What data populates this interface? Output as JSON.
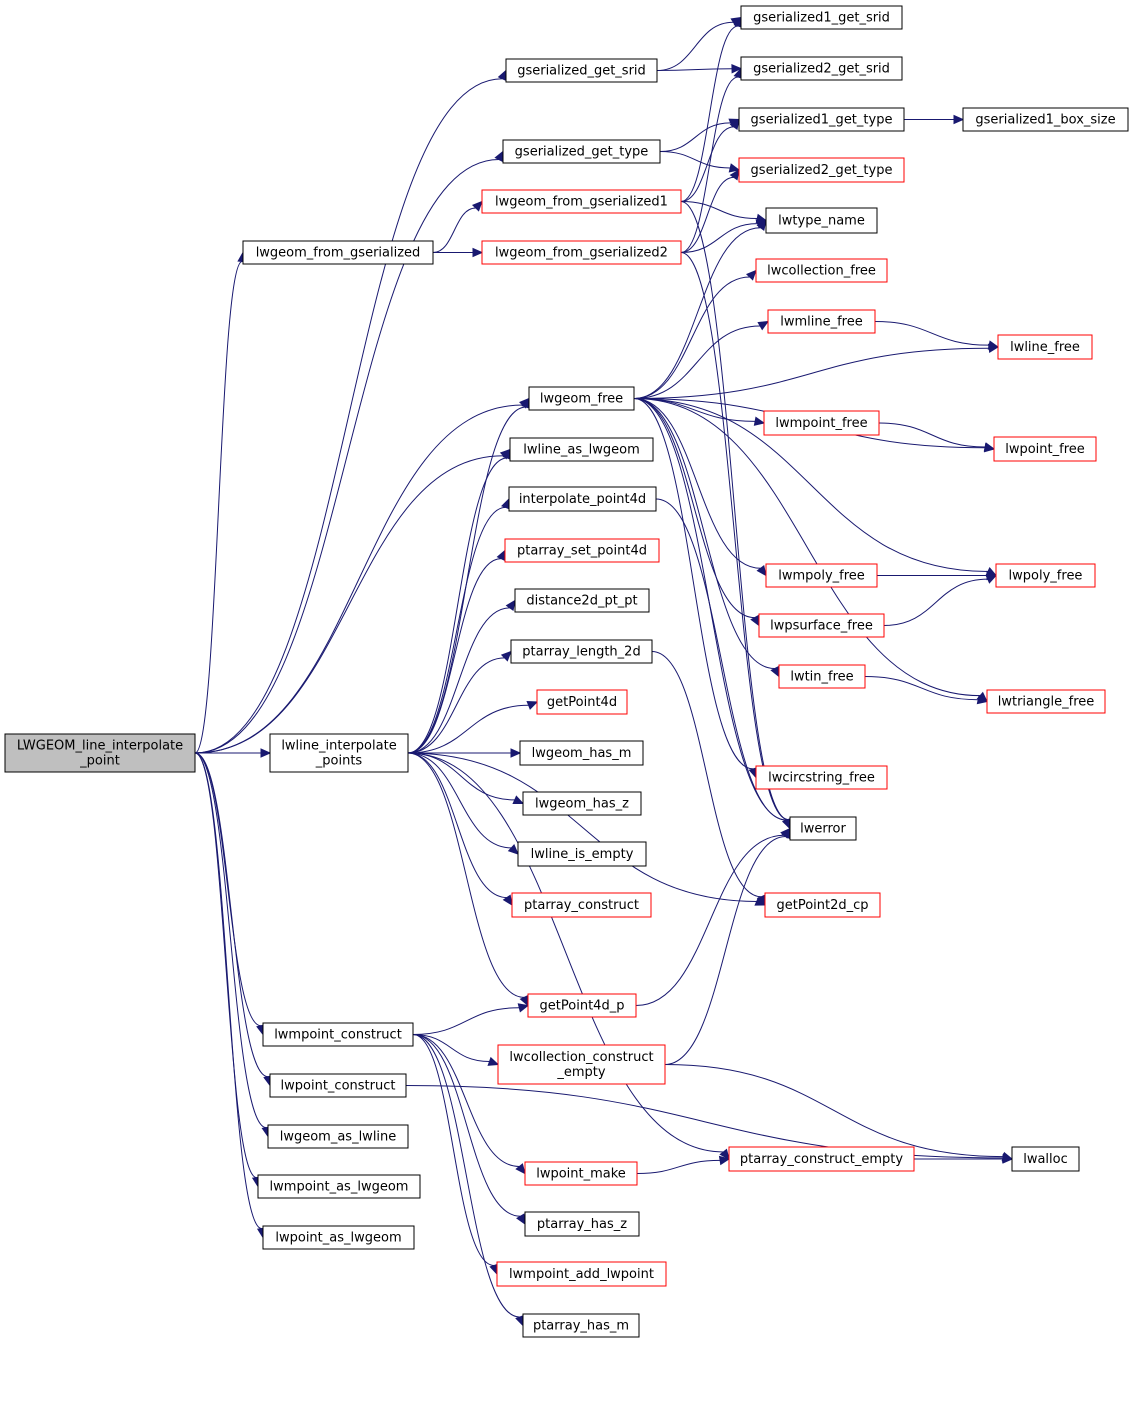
{
  "colors": {
    "edge": "#191970",
    "node_border": "#000000",
    "node_incomplete_border": "#ff0000",
    "root_fill": "#bfbfbf",
    "node_fill": "#ffffff"
  },
  "root": "LWGEOM_line_interpolate_point",
  "nodes": [
    {
      "id": "root",
      "lines": [
        "LWGEOM_line_interpolate",
        "_point"
      ],
      "style": "root"
    },
    {
      "id": "gs_get_srid",
      "lines": [
        "gserialized_get_srid"
      ],
      "style": "normal"
    },
    {
      "id": "gs_get_type",
      "lines": [
        "gserialized_get_type"
      ],
      "style": "normal"
    },
    {
      "id": "lw_from_gs",
      "lines": [
        "lwgeom_from_gserialized"
      ],
      "style": "normal"
    },
    {
      "id": "lwgeom_free",
      "lines": [
        "lwgeom_free"
      ],
      "style": "normal"
    },
    {
      "id": "lwline_as_lwgeom",
      "lines": [
        "lwline_as_lwgeom"
      ],
      "style": "normal"
    },
    {
      "id": "lwline_interp",
      "lines": [
        "lwline_interpolate",
        "_points"
      ],
      "style": "normal"
    },
    {
      "id": "lwmpoint_construct",
      "lines": [
        "lwmpoint_construct"
      ],
      "style": "normal"
    },
    {
      "id": "lwpoint_construct",
      "lines": [
        "lwpoint_construct"
      ],
      "style": "normal"
    },
    {
      "id": "lwgeom_as_lwline",
      "lines": [
        "lwgeom_as_lwline"
      ],
      "style": "normal"
    },
    {
      "id": "lwmpoint_as_lwgeom",
      "lines": [
        "lwmpoint_as_lwgeom"
      ],
      "style": "normal"
    },
    {
      "id": "lwpoint_as_lwgeom",
      "lines": [
        "lwpoint_as_lwgeom"
      ],
      "style": "normal"
    },
    {
      "id": "gs1_get_srid",
      "lines": [
        "gserialized1_get_srid"
      ],
      "style": "normal"
    },
    {
      "id": "gs2_get_srid",
      "lines": [
        "gserialized2_get_srid"
      ],
      "style": "normal"
    },
    {
      "id": "gs1_get_type",
      "lines": [
        "gserialized1_get_type"
      ],
      "style": "normal"
    },
    {
      "id": "gs1_box_size",
      "lines": [
        "gserialized1_box_size"
      ],
      "style": "normal"
    },
    {
      "id": "gs2_get_type",
      "lines": [
        "gserialized2_get_type"
      ],
      "style": "incomplete"
    },
    {
      "id": "lw_from_gs1",
      "lines": [
        "lwgeom_from_gserialized1"
      ],
      "style": "incomplete"
    },
    {
      "id": "lw_from_gs2",
      "lines": [
        "lwgeom_from_gserialized2"
      ],
      "style": "incomplete"
    },
    {
      "id": "lwtype_name",
      "lines": [
        "lwtype_name"
      ],
      "style": "normal"
    },
    {
      "id": "lwcollection_free",
      "lines": [
        "lwcollection_free"
      ],
      "style": "incomplete"
    },
    {
      "id": "lwmline_free",
      "lines": [
        "lwmline_free"
      ],
      "style": "incomplete"
    },
    {
      "id": "lwline_free",
      "lines": [
        "lwline_free"
      ],
      "style": "incomplete"
    },
    {
      "id": "lwmpoint_free",
      "lines": [
        "lwmpoint_free"
      ],
      "style": "incomplete"
    },
    {
      "id": "lwpoint_free",
      "lines": [
        "lwpoint_free"
      ],
      "style": "incomplete"
    },
    {
      "id": "interp_pt4d",
      "lines": [
        "interpolate_point4d"
      ],
      "style": "normal"
    },
    {
      "id": "pa_set_pt4d",
      "lines": [
        "ptarray_set_point4d"
      ],
      "style": "incomplete"
    },
    {
      "id": "dist2d",
      "lines": [
        "distance2d_pt_pt"
      ],
      "style": "normal"
    },
    {
      "id": "pa_len2d",
      "lines": [
        "ptarray_length_2d"
      ],
      "style": "normal"
    },
    {
      "id": "getPoint4d",
      "lines": [
        "getPoint4d"
      ],
      "style": "incomplete"
    },
    {
      "id": "lwgeom_has_m",
      "lines": [
        "lwgeom_has_m"
      ],
      "style": "normal"
    },
    {
      "id": "lwgeom_has_z",
      "lines": [
        "lwgeom_has_z"
      ],
      "style": "normal"
    },
    {
      "id": "lwline_is_empty",
      "lines": [
        "lwline_is_empty"
      ],
      "style": "normal"
    },
    {
      "id": "pa_construct",
      "lines": [
        "ptarray_construct"
      ],
      "style": "incomplete"
    },
    {
      "id": "lwmpoly_free",
      "lines": [
        "lwmpoly_free"
      ],
      "style": "incomplete"
    },
    {
      "id": "lwpoly_free",
      "lines": [
        "lwpoly_free"
      ],
      "style": "incomplete"
    },
    {
      "id": "lwpsurface_free",
      "lines": [
        "lwpsurface_free"
      ],
      "style": "incomplete"
    },
    {
      "id": "lwtin_free",
      "lines": [
        "lwtin_free"
      ],
      "style": "incomplete"
    },
    {
      "id": "lwtriangle_free",
      "lines": [
        "lwtriangle_free"
      ],
      "style": "incomplete"
    },
    {
      "id": "lwcircstring_free",
      "lines": [
        "lwcircstring_free"
      ],
      "style": "incomplete"
    },
    {
      "id": "lwerror",
      "lines": [
        "lwerror"
      ],
      "style": "normal"
    },
    {
      "id": "getPoint2d_cp",
      "lines": [
        "getPoint2d_cp"
      ],
      "style": "incomplete"
    },
    {
      "id": "getPoint4d_p",
      "lines": [
        "getPoint4d_p"
      ],
      "style": "incomplete"
    },
    {
      "id": "lwcoll_construct_empty",
      "lines": [
        "lwcollection_construct",
        "_empty"
      ],
      "style": "incomplete"
    },
    {
      "id": "pa_construct_empty",
      "lines": [
        "ptarray_construct_empty"
      ],
      "style": "incomplete"
    },
    {
      "id": "lwalloc",
      "lines": [
        "lwalloc"
      ],
      "style": "normal"
    },
    {
      "id": "lwpoint_make",
      "lines": [
        "lwpoint_make"
      ],
      "style": "incomplete"
    },
    {
      "id": "pa_has_z",
      "lines": [
        "ptarray_has_z"
      ],
      "style": "normal"
    },
    {
      "id": "lwmpoint_add_lwpoint",
      "lines": [
        "lwmpoint_add_lwpoint"
      ],
      "style": "incomplete"
    },
    {
      "id": "pa_has_m",
      "lines": [
        "ptarray_has_m"
      ],
      "style": "normal"
    }
  ],
  "edges": [
    [
      "root",
      "gs_get_srid"
    ],
    [
      "root",
      "gs_get_type"
    ],
    [
      "root",
      "lw_from_gs"
    ],
    [
      "root",
      "lwgeom_free"
    ],
    [
      "root",
      "lwline_as_lwgeom"
    ],
    [
      "root",
      "lwline_interp"
    ],
    [
      "root",
      "lwmpoint_construct"
    ],
    [
      "root",
      "lwpoint_construct"
    ],
    [
      "root",
      "lwgeom_as_lwline"
    ],
    [
      "root",
      "lwmpoint_as_lwgeom"
    ],
    [
      "root",
      "lwpoint_as_lwgeom"
    ],
    [
      "gs_get_srid",
      "gs1_get_srid"
    ],
    [
      "gs_get_srid",
      "gs2_get_srid"
    ],
    [
      "gs_get_type",
      "gs1_get_type"
    ],
    [
      "gs_get_type",
      "gs2_get_type"
    ],
    [
      "gs1_get_type",
      "gs1_box_size"
    ],
    [
      "lw_from_gs",
      "lw_from_gs1"
    ],
    [
      "lw_from_gs",
      "lw_from_gs2"
    ],
    [
      "lw_from_gs1",
      "gs1_get_srid"
    ],
    [
      "lw_from_gs1",
      "lwtype_name"
    ],
    [
      "lw_from_gs1",
      "gs1_get_type"
    ],
    [
      "lw_from_gs1",
      "lwerror"
    ],
    [
      "lw_from_gs2",
      "gs2_get_srid"
    ],
    [
      "lw_from_gs2",
      "gs2_get_type"
    ],
    [
      "lw_from_gs2",
      "lwtype_name"
    ],
    [
      "lw_from_gs2",
      "lwerror"
    ],
    [
      "lwgeom_free",
      "lwcollection_free"
    ],
    [
      "lwgeom_free",
      "lwmline_free"
    ],
    [
      "lwgeom_free",
      "lwline_free"
    ],
    [
      "lwgeom_free",
      "lwmpoint_free"
    ],
    [
      "lwgeom_free",
      "lwpoint_free"
    ],
    [
      "lwgeom_free",
      "lwmpoly_free"
    ],
    [
      "lwgeom_free",
      "lwpoly_free"
    ],
    [
      "lwgeom_free",
      "lwpsurface_free"
    ],
    [
      "lwgeom_free",
      "lwtin_free"
    ],
    [
      "lwgeom_free",
      "lwtriangle_free"
    ],
    [
      "lwgeom_free",
      "lwcircstring_free"
    ],
    [
      "lwgeom_free",
      "lwerror"
    ],
    [
      "lwgeom_free",
      "lwtype_name"
    ],
    [
      "lwmline_free",
      "lwline_free"
    ],
    [
      "lwmpoint_free",
      "lwpoint_free"
    ],
    [
      "lwmpoly_free",
      "lwpoly_free"
    ],
    [
      "lwpsurface_free",
      "lwpoly_free"
    ],
    [
      "lwtin_free",
      "lwtriangle_free"
    ],
    [
      "lwline_interp",
      "lwline_as_lwgeom"
    ],
    [
      "lwline_interp",
      "interp_pt4d"
    ],
    [
      "lwline_interp",
      "pa_set_pt4d"
    ],
    [
      "lwline_interp",
      "dist2d"
    ],
    [
      "lwline_interp",
      "pa_len2d"
    ],
    [
      "lwline_interp",
      "getPoint4d"
    ],
    [
      "lwline_interp",
      "lwgeom_has_m"
    ],
    [
      "lwline_interp",
      "lwgeom_has_z"
    ],
    [
      "lwline_interp",
      "lwline_is_empty"
    ],
    [
      "lwline_interp",
      "pa_construct"
    ],
    [
      "lwline_interp",
      "getPoint2d_cp"
    ],
    [
      "lwline_interp",
      "getPoint4d_p"
    ],
    [
      "lwline_interp",
      "pa_construct_empty"
    ],
    [
      "lwline_interp",
      "lwgeom_free"
    ],
    [
      "interp_pt4d",
      "lwerror"
    ],
    [
      "pa_len2d",
      "getPoint2d_cp"
    ],
    [
      "getPoint4d_p",
      "lwerror"
    ],
    [
      "lwmpoint_construct",
      "getPoint4d_p"
    ],
    [
      "lwmpoint_construct",
      "lwcoll_construct_empty"
    ],
    [
      "lwmpoint_construct",
      "lwpoint_make"
    ],
    [
      "lwmpoint_construct",
      "pa_has_z"
    ],
    [
      "lwmpoint_construct",
      "lwmpoint_add_lwpoint"
    ],
    [
      "lwmpoint_construct",
      "pa_has_m"
    ],
    [
      "lwcoll_construct_empty",
      "lwerror"
    ],
    [
      "lwcoll_construct_empty",
      "lwalloc"
    ],
    [
      "lwpoint_make",
      "pa_construct_empty"
    ],
    [
      "pa_construct_empty",
      "lwalloc"
    ],
    [
      "lwpoint_construct",
      "lwalloc"
    ]
  ]
}
